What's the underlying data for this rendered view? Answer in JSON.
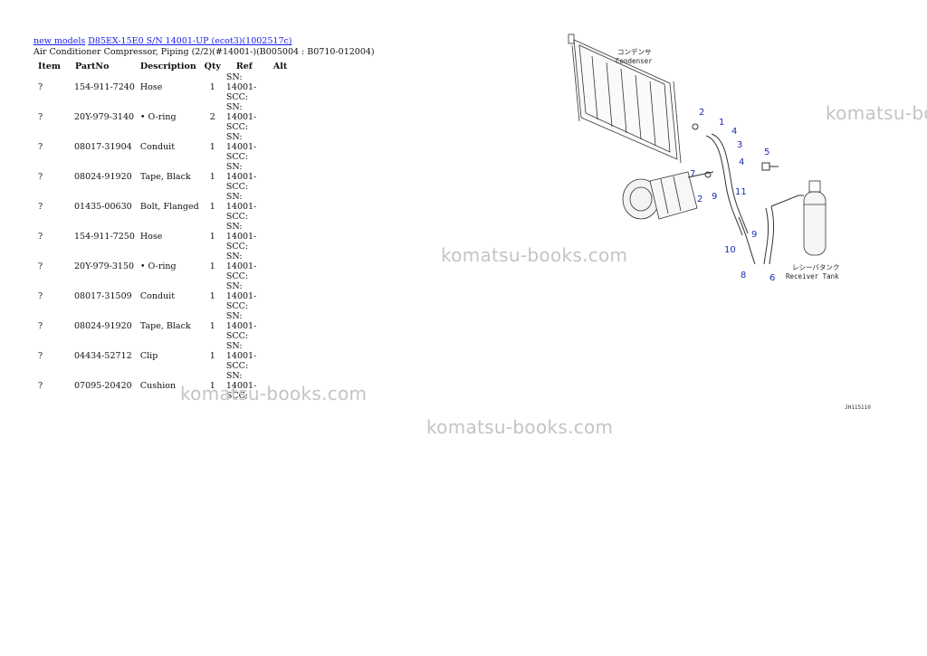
{
  "breadcrumb": {
    "link1": "new models",
    "link2": "D85EX-15E0 S/N 14001-UP (ecot3)(1002517c)"
  },
  "subtitle": "Air Conditioner Compressor, Piping (2/2)(#14001-)(B005004 : B0710-012004)",
  "table": {
    "headers": [
      "Item",
      "PartNo",
      "Description",
      "Qty",
      "Ref",
      "Alt"
    ],
    "rows": [
      {
        "item": "?",
        "part": "154-911-7240",
        "desc": "Hose",
        "qty": "1",
        "ref": "SN: 14001-SCC:",
        "alt": ""
      },
      {
        "item": "?",
        "part": "20Y-979-3140",
        "desc": "• O-ring",
        "qty": "2",
        "ref": "SN: 14001-SCC:",
        "alt": ""
      },
      {
        "item": "?",
        "part": "08017-31904",
        "desc": "Conduit",
        "qty": "1",
        "ref": "SN: 14001-SCC:",
        "alt": ""
      },
      {
        "item": "?",
        "part": "08024-91920",
        "desc": "Tape, Black",
        "qty": "1",
        "ref": "SN: 14001-SCC:",
        "alt": ""
      },
      {
        "item": "?",
        "part": "01435-00630",
        "desc": "Bolt, Flanged",
        "qty": "1",
        "ref": "SN: 14001-SCC:",
        "alt": ""
      },
      {
        "item": "?",
        "part": "154-911-7250",
        "desc": "Hose",
        "qty": "1",
        "ref": "SN: 14001-SCC:",
        "alt": ""
      },
      {
        "item": "?",
        "part": "20Y-979-3150",
        "desc": "• O-ring",
        "qty": "1",
        "ref": "SN: 14001-SCC:",
        "alt": ""
      },
      {
        "item": "?",
        "part": "08017-31509",
        "desc": "Conduit",
        "qty": "1",
        "ref": "SN: 14001-SCC:",
        "alt": ""
      },
      {
        "item": "?",
        "part": "08024-91920",
        "desc": "Tape, Black",
        "qty": "1",
        "ref": "SN: 14001-SCC:",
        "alt": ""
      },
      {
        "item": "?",
        "part": "04434-52712",
        "desc": "Clip",
        "qty": "1",
        "ref": "SN: 14001-SCC:",
        "alt": ""
      },
      {
        "item": "?",
        "part": "07095-20420",
        "desc": "Cushion",
        "qty": "1",
        "ref": "SN: 14001-SCC:",
        "alt": ""
      }
    ]
  },
  "watermark": "komatsu-books.com",
  "diagram": {
    "condenser_jp": "コンデンサ",
    "condenser_en": "Condenser",
    "receiver_jp": "レシーバタンク",
    "receiver_en": "Receiver Tank",
    "callouts": [
      "1",
      "2",
      "3",
      "4",
      "4",
      "5",
      "7",
      "2",
      "9",
      "11",
      "9",
      "10",
      "8",
      "6"
    ],
    "drawing_code": "JH115110"
  }
}
